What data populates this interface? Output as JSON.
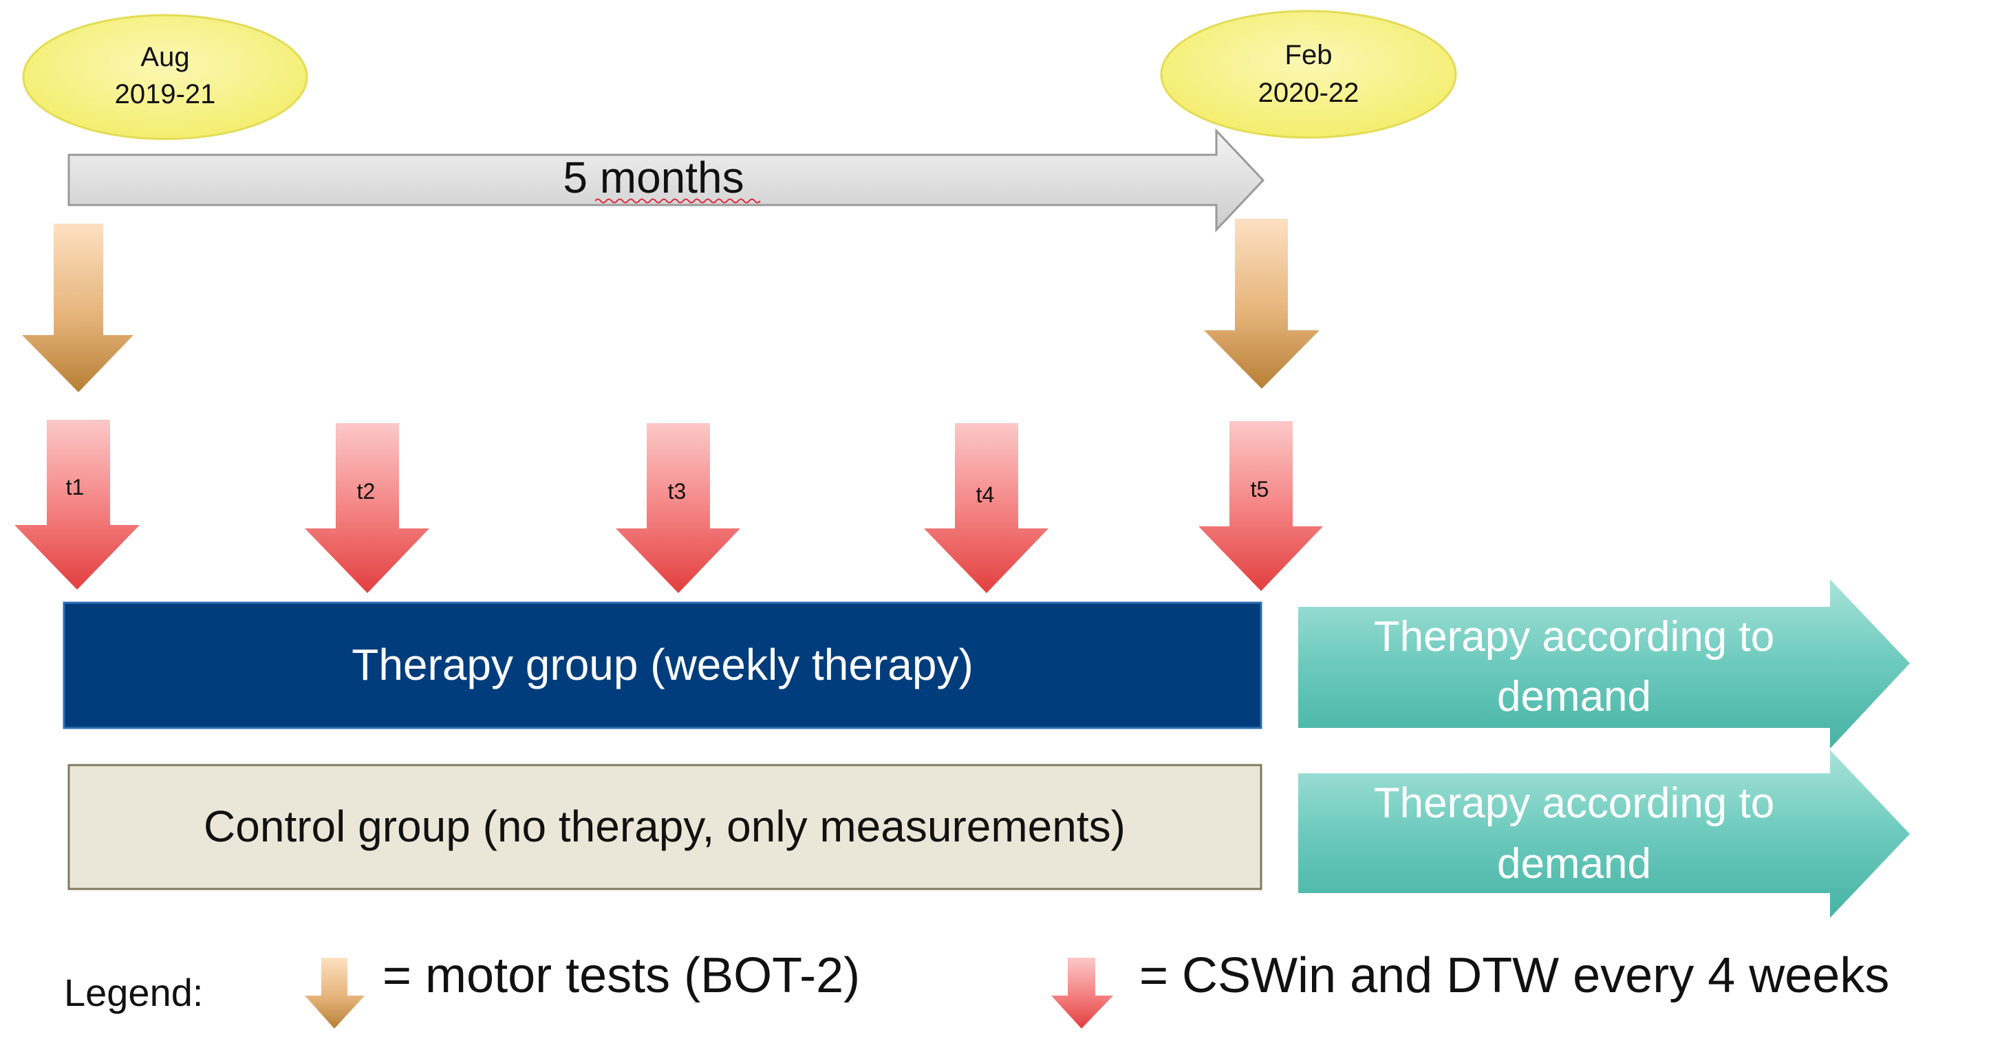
{
  "start_marker": {
    "month": "Aug",
    "years": "2019-21"
  },
  "end_marker": {
    "month": "Feb",
    "years": "2020-22"
  },
  "duration": {
    "label": "5 months"
  },
  "timepoints": [
    "t1",
    "t2",
    "t3",
    "t4",
    "t5"
  ],
  "groups": {
    "therapy": {
      "label": "Therapy group (weekly therapy)"
    },
    "control": {
      "label": "Control group (no therapy, only measurements)"
    }
  },
  "followups": {
    "therapy": {
      "line1": "Therapy according to",
      "line2": "demand"
    },
    "control": {
      "line1": "Therapy according to",
      "line2": "demand"
    }
  },
  "legend": {
    "label": "Legend:",
    "motor_tests": "= motor tests (BOT-2)",
    "cswin": "= CSWin and DTW every 4 weeks"
  },
  "colors": {
    "marker_fill": "#f5f07e",
    "motor_arrow": "#c9934a",
    "measure_arrow": "#e95550",
    "therapy_box": "#003f7d",
    "control_box": "#eae6d6",
    "followup_arrow": "#5fc2b4",
    "duration_arrow": "#d6d6d6"
  }
}
